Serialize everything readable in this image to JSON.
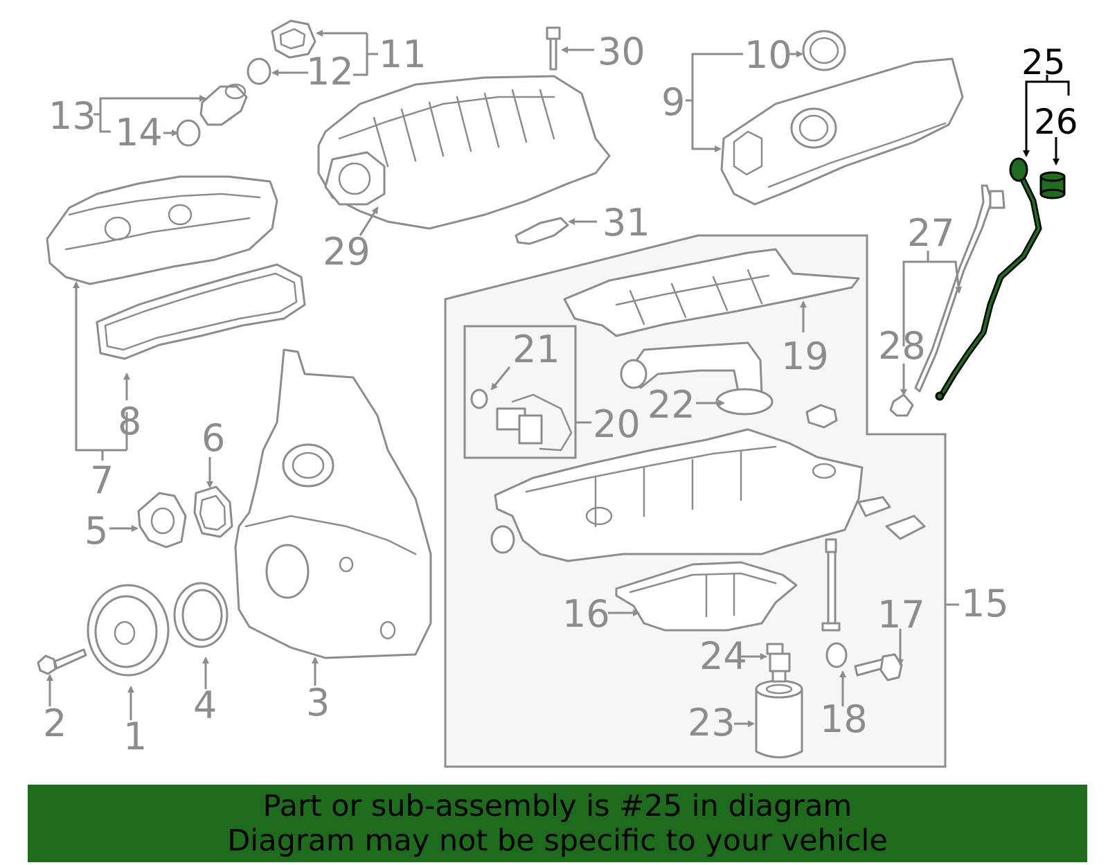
{
  "callouts": {
    "c1": "1",
    "c2": "2",
    "c3": "3",
    "c4": "4",
    "c5": "5",
    "c6": "6",
    "c7": "7",
    "c8": "8",
    "c9": "9",
    "c10": "10",
    "c11": "11",
    "c12": "12",
    "c13": "13",
    "c14": "14",
    "c15": "15",
    "c16": "16",
    "c17": "17",
    "c18": "18",
    "c19": "19",
    "c20": "20",
    "c21": "21",
    "c22": "22",
    "c23": "23",
    "c24": "24",
    "c25": "25",
    "c26": "26",
    "c27": "27",
    "c28": "28",
    "c29": "29",
    "c30": "30",
    "c31": "31"
  },
  "highlight": {
    "part_number": "25",
    "color": "#1e6b1e"
  },
  "banner": {
    "line1": "Part or sub-assembly is #25 in diagram",
    "line2": "Diagram may not be specific to your vehicle"
  }
}
